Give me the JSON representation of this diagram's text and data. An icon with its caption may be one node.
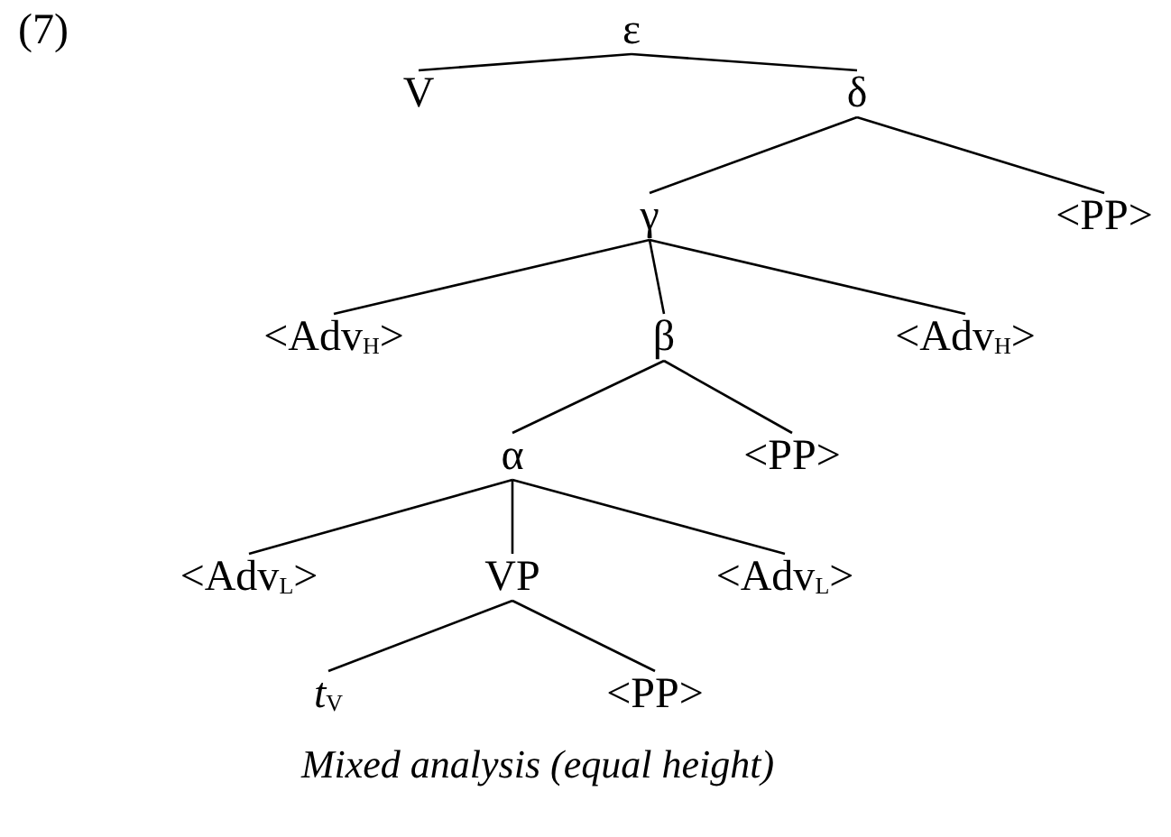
{
  "diagram": {
    "caption": "Mixed analysis (equal height)",
    "nodes": [
      {
        "text": [
          "ε"
        ]
      },
      {
        "text": [
          "V"
        ]
      },
      {
        "text": [
          "δ"
        ]
      },
      {
        "text": [
          "γ"
        ]
      },
      {
        "text": [
          "<PP>"
        ]
      },
      {
        "text": [
          "<Adv$_{H}$>"
        ]
      },
      {
        "text": [
          "β"
        ]
      },
      {
        "text": [
          "<Adv$_{H}$>"
        ]
      },
      {
        "text": [
          "α"
        ]
      },
      {
        "text": [
          "<PP>"
        ]
      },
      {
        "text": [
          "<Adv$_{L}$>"
        ]
      },
      {
        "text": [
          "VP"
        ]
      },
      {
        "text": [
          "<Adv$_{L}$>"
        ]
      },
      {
        "text": [
          "*t*$_{V}$"
        ]
      },
      {
        "text": [
          "<PP>"
        ]
      }
    ],
    "edges": [
      {
        "from": 0,
        "to": 1,
        "arrow": "none"
      },
      {
        "from": 0,
        "to": 2,
        "arrow": "none"
      },
      {
        "from": 2,
        "to": 3,
        "arrow": "none"
      },
      {
        "from": 2,
        "to": 4,
        "arrow": "none"
      },
      {
        "from": 3,
        "to": 5,
        "arrow": "none"
      },
      {
        "from": 3,
        "to": 6,
        "arrow": "none"
      },
      {
        "from": 3,
        "to": 7,
        "arrow": "none"
      },
      {
        "from": 6,
        "to": 8,
        "arrow": "none"
      },
      {
        "from": 6,
        "to": 9,
        "arrow": "none"
      },
      {
        "from": 8,
        "to": 10,
        "arrow": "none"
      },
      {
        "from": 8,
        "to": 11,
        "arrow": "none"
      },
      {
        "from": 8,
        "to": 12,
        "arrow": "none"
      },
      {
        "from": 11,
        "to": 13,
        "arrow": "none"
      },
      {
        "from": 11,
        "to": 14,
        "arrow": "none"
      }
    ],
    "labels": [
      "(7)"
    ]
  }
}
